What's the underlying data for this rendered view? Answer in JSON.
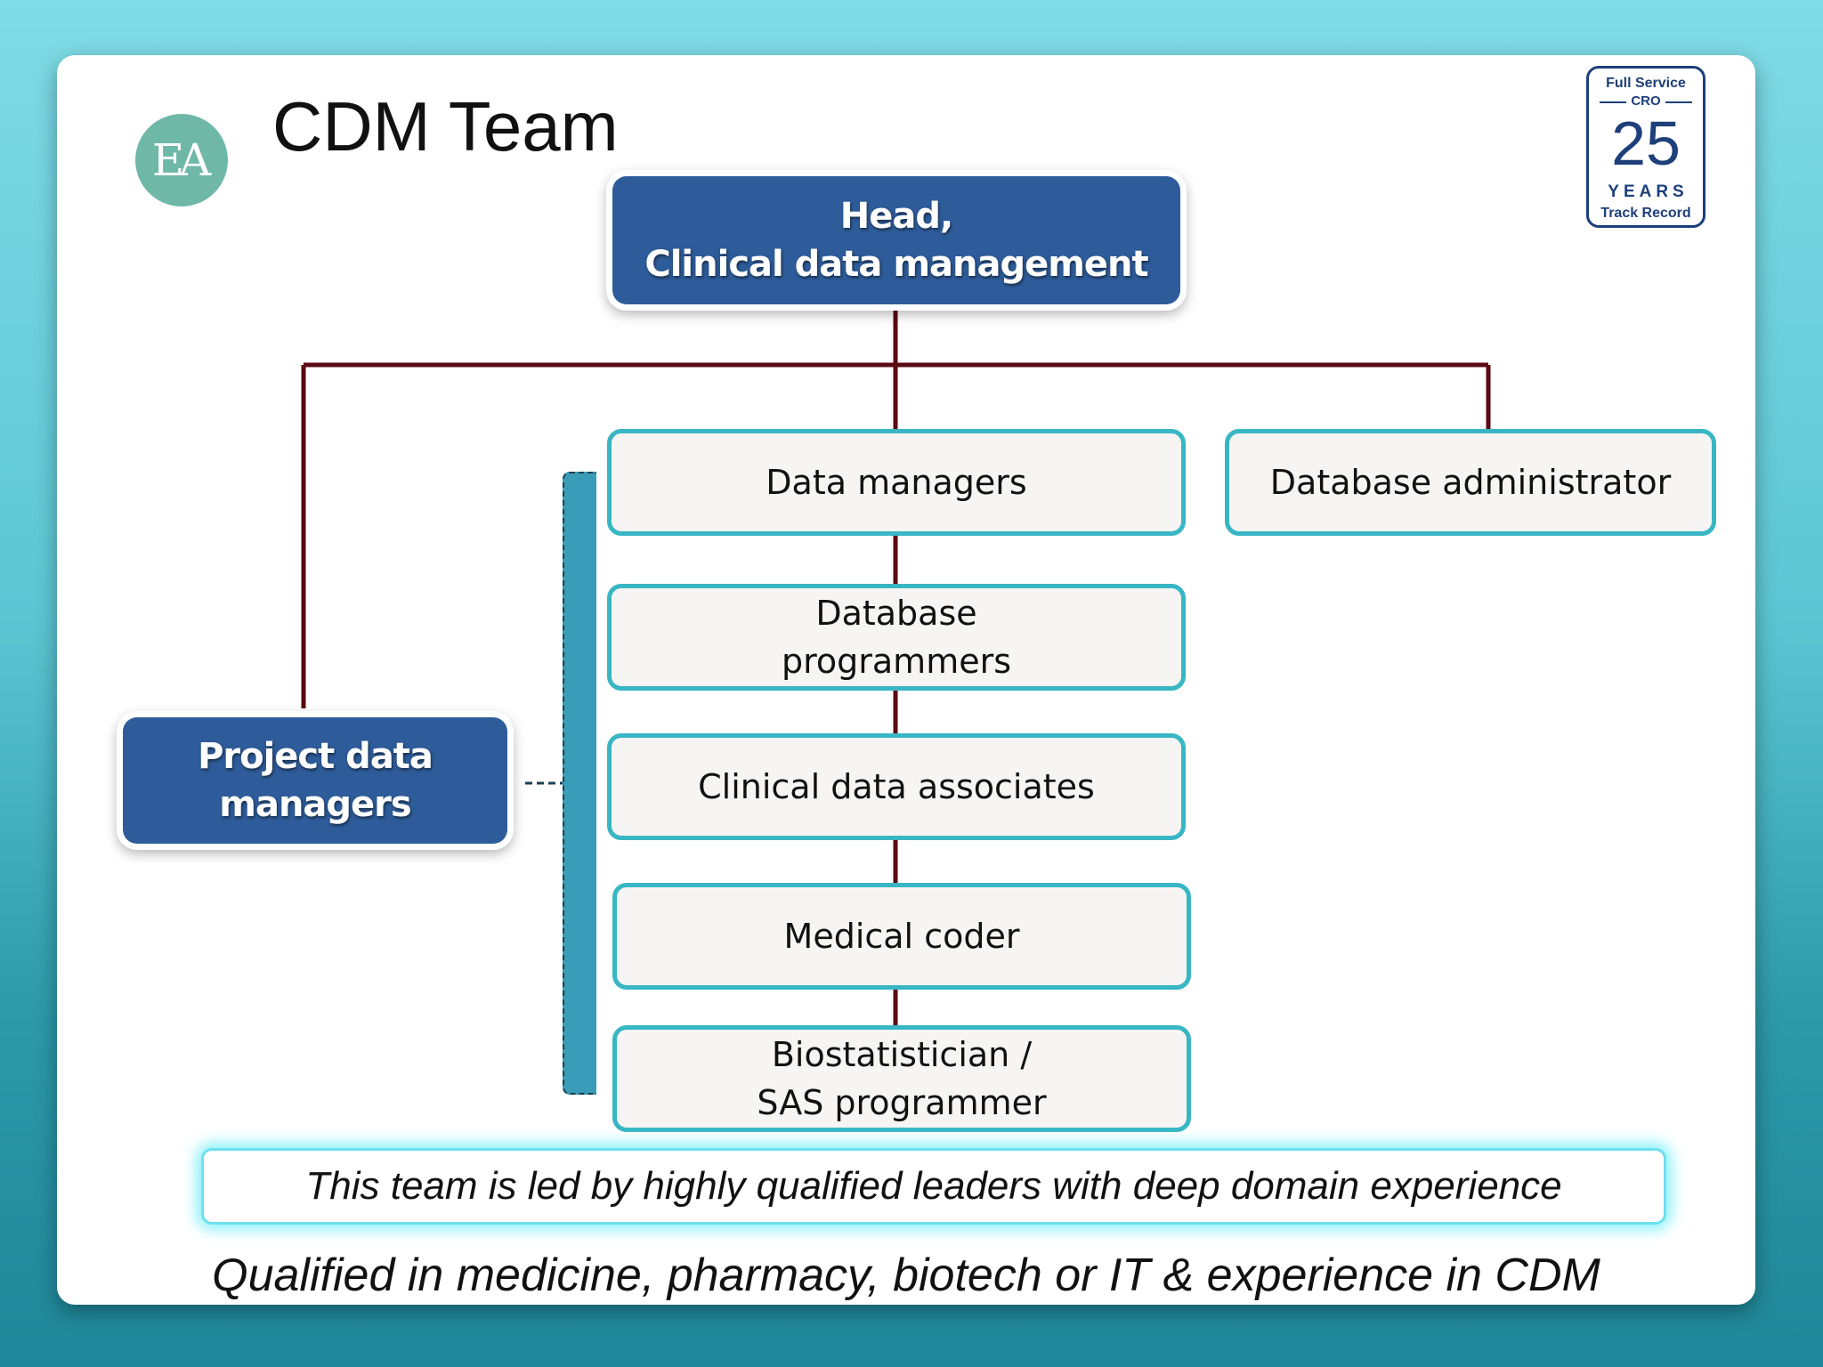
{
  "slide": {
    "title": "CDM Team",
    "logo_text": "EA"
  },
  "badge": {
    "line1": "Full Service",
    "line2": "CRO",
    "number": "25",
    "line3": "YEARS",
    "line4": "Track Record"
  },
  "org": {
    "head": "Head,\nClinical data management",
    "project_data_managers": "Project data\nmanagers",
    "data_managers": "Data managers",
    "database_administrator": "Database administrator",
    "database_programmers": "Database\nprogrammers",
    "clinical_data_associates": "Clinical data associates",
    "medical_coder": "Medical coder",
    "biostatistician": "Biostatistician /\nSAS programmer"
  },
  "notes": {
    "highlight": "This team is led by highly qualified leaders with deep domain experience",
    "footer": "Qualified in medicine, pharmacy, biotech or IT & experience in CDM"
  },
  "colors": {
    "dark_box": "#2e5c9a",
    "light_border": "#38b6c4",
    "connector": "#5a0a14"
  }
}
